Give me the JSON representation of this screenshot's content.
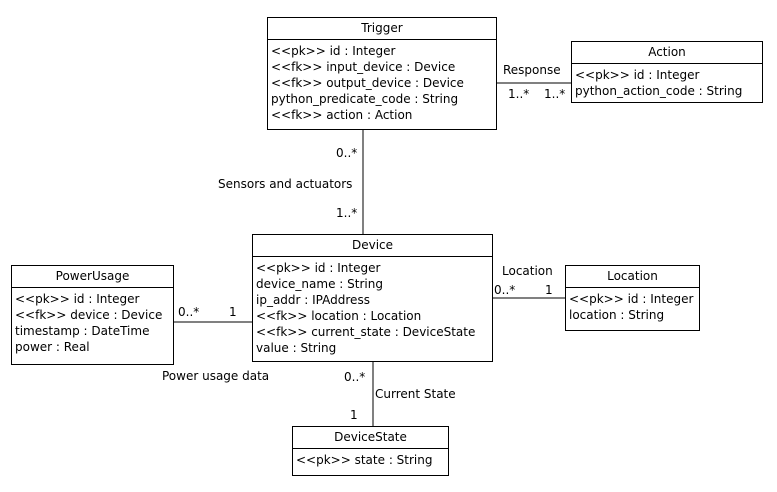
{
  "classes": {
    "trigger": {
      "name": "Trigger",
      "attributes": [
        "<<pk>> id : Integer",
        "<<fk>> input_device : Device",
        "<<fk>> output_device : Device",
        "python_predicate_code : String",
        "<<fk>> action : Action"
      ]
    },
    "action": {
      "name": "Action",
      "attributes": [
        "<<pk>> id : Integer",
        "python_action_code : String"
      ]
    },
    "device": {
      "name": "Device",
      "attributes": [
        "<<pk>> id : Integer",
        "device_name : String",
        "ip_addr : IPAddress",
        "<<fk>> location : Location",
        "<<fk>> current_state : DeviceState",
        "value : String"
      ]
    },
    "power_usage": {
      "name": "PowerUsage",
      "attributes": [
        "<<pk>> id : Integer",
        "<<fk>> device : Device",
        "timestamp : DateTime",
        "power : Real"
      ]
    },
    "location": {
      "name": "Location",
      "attributes": [
        "<<pk>> id : Integer",
        "location : String"
      ]
    },
    "device_state": {
      "name": "DeviceState",
      "attributes": [
        "<<pk>> state : String"
      ]
    }
  },
  "associations": {
    "trigger_action": {
      "label": "Response",
      "mult_trigger": "1..*",
      "mult_action": "1..*"
    },
    "trigger_device": {
      "label": "Sensors and actuators",
      "mult_trigger": "0..*",
      "mult_device": "1..*"
    },
    "device_location": {
      "label": "Location",
      "mult_device": "0..*",
      "mult_location": "1"
    },
    "device_powerusage": {
      "label": "Power usage data",
      "mult_powerusage": "0..*",
      "mult_device": "1"
    },
    "device_devicestate": {
      "label": "Current State",
      "mult_device": "0..*",
      "mult_devicestate": "1"
    }
  }
}
